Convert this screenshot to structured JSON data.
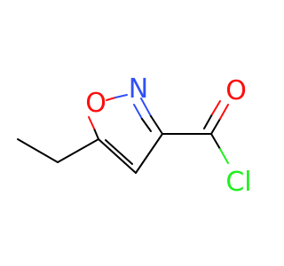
{
  "molecule": {
    "atoms": [
      {
        "id": "O1",
        "label": "O",
        "color": "#ff0d0d"
      },
      {
        "id": "N2",
        "label": "N",
        "color": "#3050f8"
      },
      {
        "id": "O_carbonyl",
        "label": "O",
        "color": "#ff0d0d"
      },
      {
        "id": "Cl",
        "label": "Cl",
        "color": "#1ff01f"
      }
    ],
    "bond_color": "#000000"
  }
}
